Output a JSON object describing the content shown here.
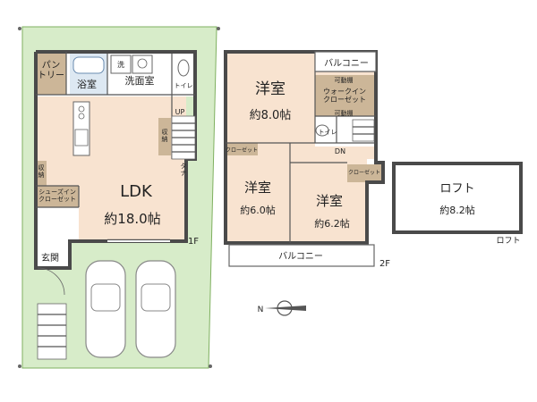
{
  "colors": {
    "lot": "#d7ecc9",
    "lot_edge": "#7fb060",
    "floor": "#f8e3d0",
    "storage": "#ccb698",
    "wall": "#4a4a4a",
    "bath_fill": "#dde8f2"
  },
  "floor1": {
    "pantry": "パン\nトリー",
    "bath": "浴室",
    "washroom": "洗面室",
    "wash_mark": "洗",
    "toilet": "トイレ",
    "up": "UP",
    "storage_stair": "収\n納",
    "storage_left": "収\n納",
    "tana": "タ\nナ",
    "shoes_closet": "シューズイン\nクローゼット",
    "entrance": "玄関",
    "ldk_name": "LDK",
    "ldk_size": "約18.0帖",
    "floor_label": "1F"
  },
  "floor2": {
    "balcony_top": "バルコニー",
    "room_a_name": "洋室",
    "room_a_size": "約8.0帖",
    "shelf_top": "可動棚",
    "walkin": "ウォークイン\nクローゼット",
    "shelf_bottom": "可動棚",
    "toilet": "トイレ",
    "dn": "DN",
    "closet_b": "クローゼット",
    "closet_c": "クローゼット",
    "room_b_name": "洋室",
    "room_b_size": "約6.0帖",
    "room_c_name": "洋室",
    "room_c_size": "約6.2帖",
    "balcony_bottom": "バルコニー",
    "floor_label": "2F"
  },
  "loft": {
    "name": "ロフト",
    "size": "約8.2帖",
    "floor_label": "ロフト"
  },
  "compass": {
    "letter": "N",
    "icon": "north-arrow-icon"
  }
}
